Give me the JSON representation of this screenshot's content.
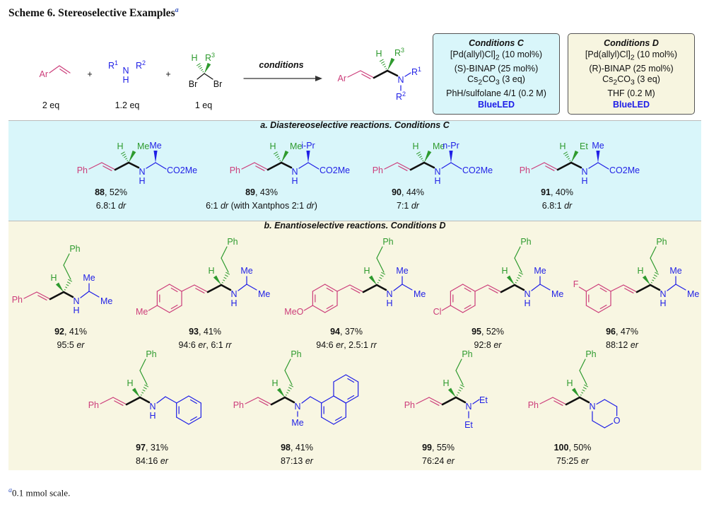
{
  "title": "Scheme 6. Stereoselective Examples",
  "title_note_mark": "a",
  "colors": {
    "aryl": "#cc3d7a",
    "alkyl": "#2e9a2e",
    "amine": "#1f1fe6",
    "box_c": "#d9f6fa",
    "box_d": "#f7f5e0"
  },
  "reaction": {
    "reactants": [
      {
        "labels": {
          "ar": "Ar"
        },
        "equiv": "2 eq"
      },
      {
        "labels": {
          "r1": "R1",
          "n": "N",
          "h": "H",
          "r2": "R2"
        },
        "equiv": "1.2 eq"
      },
      {
        "labels": {
          "h": "H",
          "r3": "R3",
          "br1": "Br",
          "br2": "Br"
        },
        "equiv": "1 eq"
      }
    ],
    "plus": "+",
    "arrow_label": "conditions",
    "product": {
      "ar": "Ar",
      "h": "H",
      "r3": "R3",
      "n": "N",
      "r1": "R1",
      "r2": "R2"
    }
  },
  "conditions": [
    {
      "title": "Conditions C",
      "lines": [
        "[Pd(allyl)Cl]2 (10 mol%)",
        "(S)-BINAP (25 mol%)",
        "Cs2CO3 (3 eq)",
        "PhH/sulfolane 4/1 (0.2 M)"
      ],
      "light": "BlueLED"
    },
    {
      "title": "Conditions D",
      "lines": [
        "[Pd(allyl)Cl]2 (10 mol%)",
        "(R)-BINAP (25 mol%)",
        "Cs2CO3 (3 eq)",
        "THF (0.2 M)"
      ],
      "light": "BlueLED"
    }
  ],
  "section_a": {
    "heading": "a. Diastereoselective reactions. Conditions C",
    "compounds": [
      {
        "id": "88",
        "yield": ", 52%",
        "sel": [
          {
            "text": "6.8:1 ",
            "italic": false
          },
          {
            "text": "dr",
            "italic": true
          }
        ],
        "labels": {
          "aryl": "Ph",
          "h": "H",
          "r3": "Me",
          "n": "N",
          "nh": "H",
          "r": "Me",
          "ester": "CO2Me"
        }
      },
      {
        "id": "89",
        "yield": ", 43%",
        "sel": [
          {
            "text": "6:1 ",
            "italic": false
          },
          {
            "text": "dr",
            "italic": true
          },
          {
            "text": " (with Xantphos 2:1 ",
            "italic": false
          },
          {
            "text": "dr",
            "italic": true
          },
          {
            "text": ")",
            "italic": false
          }
        ],
        "labels": {
          "aryl": "Ph",
          "h": "H",
          "r3": "Me",
          "n": "N",
          "nh": "H",
          "r": "i-Pr",
          "ester": "CO2Me"
        }
      },
      {
        "id": "90",
        "yield": ", 44%",
        "sel": [
          {
            "text": "7:1 ",
            "italic": false
          },
          {
            "text": "dr",
            "italic": true
          }
        ],
        "labels": {
          "aryl": "Ph",
          "h": "H",
          "r3": "Me",
          "n": "N",
          "nh": "H",
          "r": "n-Pr",
          "ester": "CO2Me"
        }
      },
      {
        "id": "91",
        "yield": ", 40%",
        "sel": [
          {
            "text": "6.8:1 ",
            "italic": false
          },
          {
            "text": "dr",
            "italic": true
          }
        ],
        "labels": {
          "aryl": "Ph",
          "h": "H",
          "r3": "Et",
          "n": "N",
          "nh": "H",
          "r": "Me",
          "ester": "CO2Me"
        }
      }
    ]
  },
  "section_b": {
    "heading": "b. Enantioselective reactions. Conditions D",
    "compounds": [
      {
        "id": "92",
        "yield": ", 41%",
        "sel": [
          {
            "text": "95:5 ",
            "italic": false
          },
          {
            "text": "er",
            "italic": true
          }
        ],
        "aryl": "phenyl",
        "amine": "isopropyl",
        "labels": {
          "aryl": "Ph",
          "chain": "Ph",
          "h": "H",
          "n": "N",
          "nh": "H",
          "me1": "Me",
          "me2": "Me"
        }
      },
      {
        "id": "93",
        "yield": ", 41%",
        "sel": [
          {
            "text": "94:6 ",
            "italic": false
          },
          {
            "text": "er",
            "italic": true
          },
          {
            "text": ", 6:1 ",
            "italic": false
          },
          {
            "text": "rr",
            "italic": true
          }
        ],
        "aryl": "para",
        "amine": "isopropyl",
        "labels": {
          "sub": "Me",
          "chain": "Ph",
          "h": "H",
          "n": "N",
          "nh": "H",
          "me1": "Me",
          "me2": "Me"
        }
      },
      {
        "id": "94",
        "yield": ", 37%",
        "sel": [
          {
            "text": "94:6 ",
            "italic": false
          },
          {
            "text": "er",
            "italic": true
          },
          {
            "text": ", 2.5:1 ",
            "italic": false
          },
          {
            "text": "rr",
            "italic": true
          }
        ],
        "aryl": "para",
        "amine": "isopropyl",
        "labels": {
          "sub": "MeO",
          "chain": "Ph",
          "h": "H",
          "n": "N",
          "nh": "H",
          "me1": "Me",
          "me2": "Me"
        }
      },
      {
        "id": "95",
        "yield": ", 52%",
        "sel": [
          {
            "text": "92:8 ",
            "italic": false
          },
          {
            "text": "er",
            "italic": true
          }
        ],
        "aryl": "para",
        "amine": "isopropyl",
        "labels": {
          "sub": "Cl",
          "chain": "Ph",
          "h": "H",
          "n": "N",
          "nh": "H",
          "me1": "Me",
          "me2": "Me"
        }
      },
      {
        "id": "96",
        "yield": ", 47%",
        "sel": [
          {
            "text": "88:12 ",
            "italic": false
          },
          {
            "text": "er",
            "italic": true
          }
        ],
        "aryl": "meta",
        "amine": "isopropyl",
        "labels": {
          "sub": "F",
          "chain": "Ph",
          "h": "H",
          "n": "N",
          "nh": "H",
          "me1": "Me",
          "me2": "Me"
        }
      },
      {
        "id": "97",
        "yield": ", 31%",
        "sel": [
          {
            "text": "84:16 ",
            "italic": false
          },
          {
            "text": "er",
            "italic": true
          }
        ],
        "aryl": "phenyl",
        "amine": "benzyl",
        "labels": {
          "aryl": "Ph",
          "chain": "Ph",
          "h": "H",
          "n": "N",
          "nh": "H"
        }
      },
      {
        "id": "98",
        "yield": ", 41%",
        "sel": [
          {
            "text": "87:13 ",
            "italic": false
          },
          {
            "text": "er",
            "italic": true
          }
        ],
        "aryl": "phenyl",
        "amine": "naphthylmethyl",
        "labels": {
          "aryl": "Ph",
          "chain": "Ph",
          "h": "H",
          "n": "N",
          "nme": "Me"
        }
      },
      {
        "id": "99",
        "yield": ", 55%",
        "sel": [
          {
            "text": "76:24 ",
            "italic": false
          },
          {
            "text": "er",
            "italic": true
          }
        ],
        "aryl": "phenyl",
        "amine": "diethyl",
        "labels": {
          "aryl": "Ph",
          "chain": "Ph",
          "h": "H",
          "n": "N",
          "et1": "Et",
          "et2": "Et"
        }
      },
      {
        "id": "100",
        "yield": ", 50%",
        "sel": [
          {
            "text": "75:25 ",
            "italic": false
          },
          {
            "text": "er",
            "italic": true
          }
        ],
        "aryl": "phenyl",
        "amine": "morpholine",
        "labels": {
          "aryl": "Ph",
          "chain": "Ph",
          "h": "H",
          "n": "N",
          "o": "O"
        }
      }
    ]
  },
  "footnote": {
    "mark": "a",
    "text": "0.1 mmol scale."
  }
}
